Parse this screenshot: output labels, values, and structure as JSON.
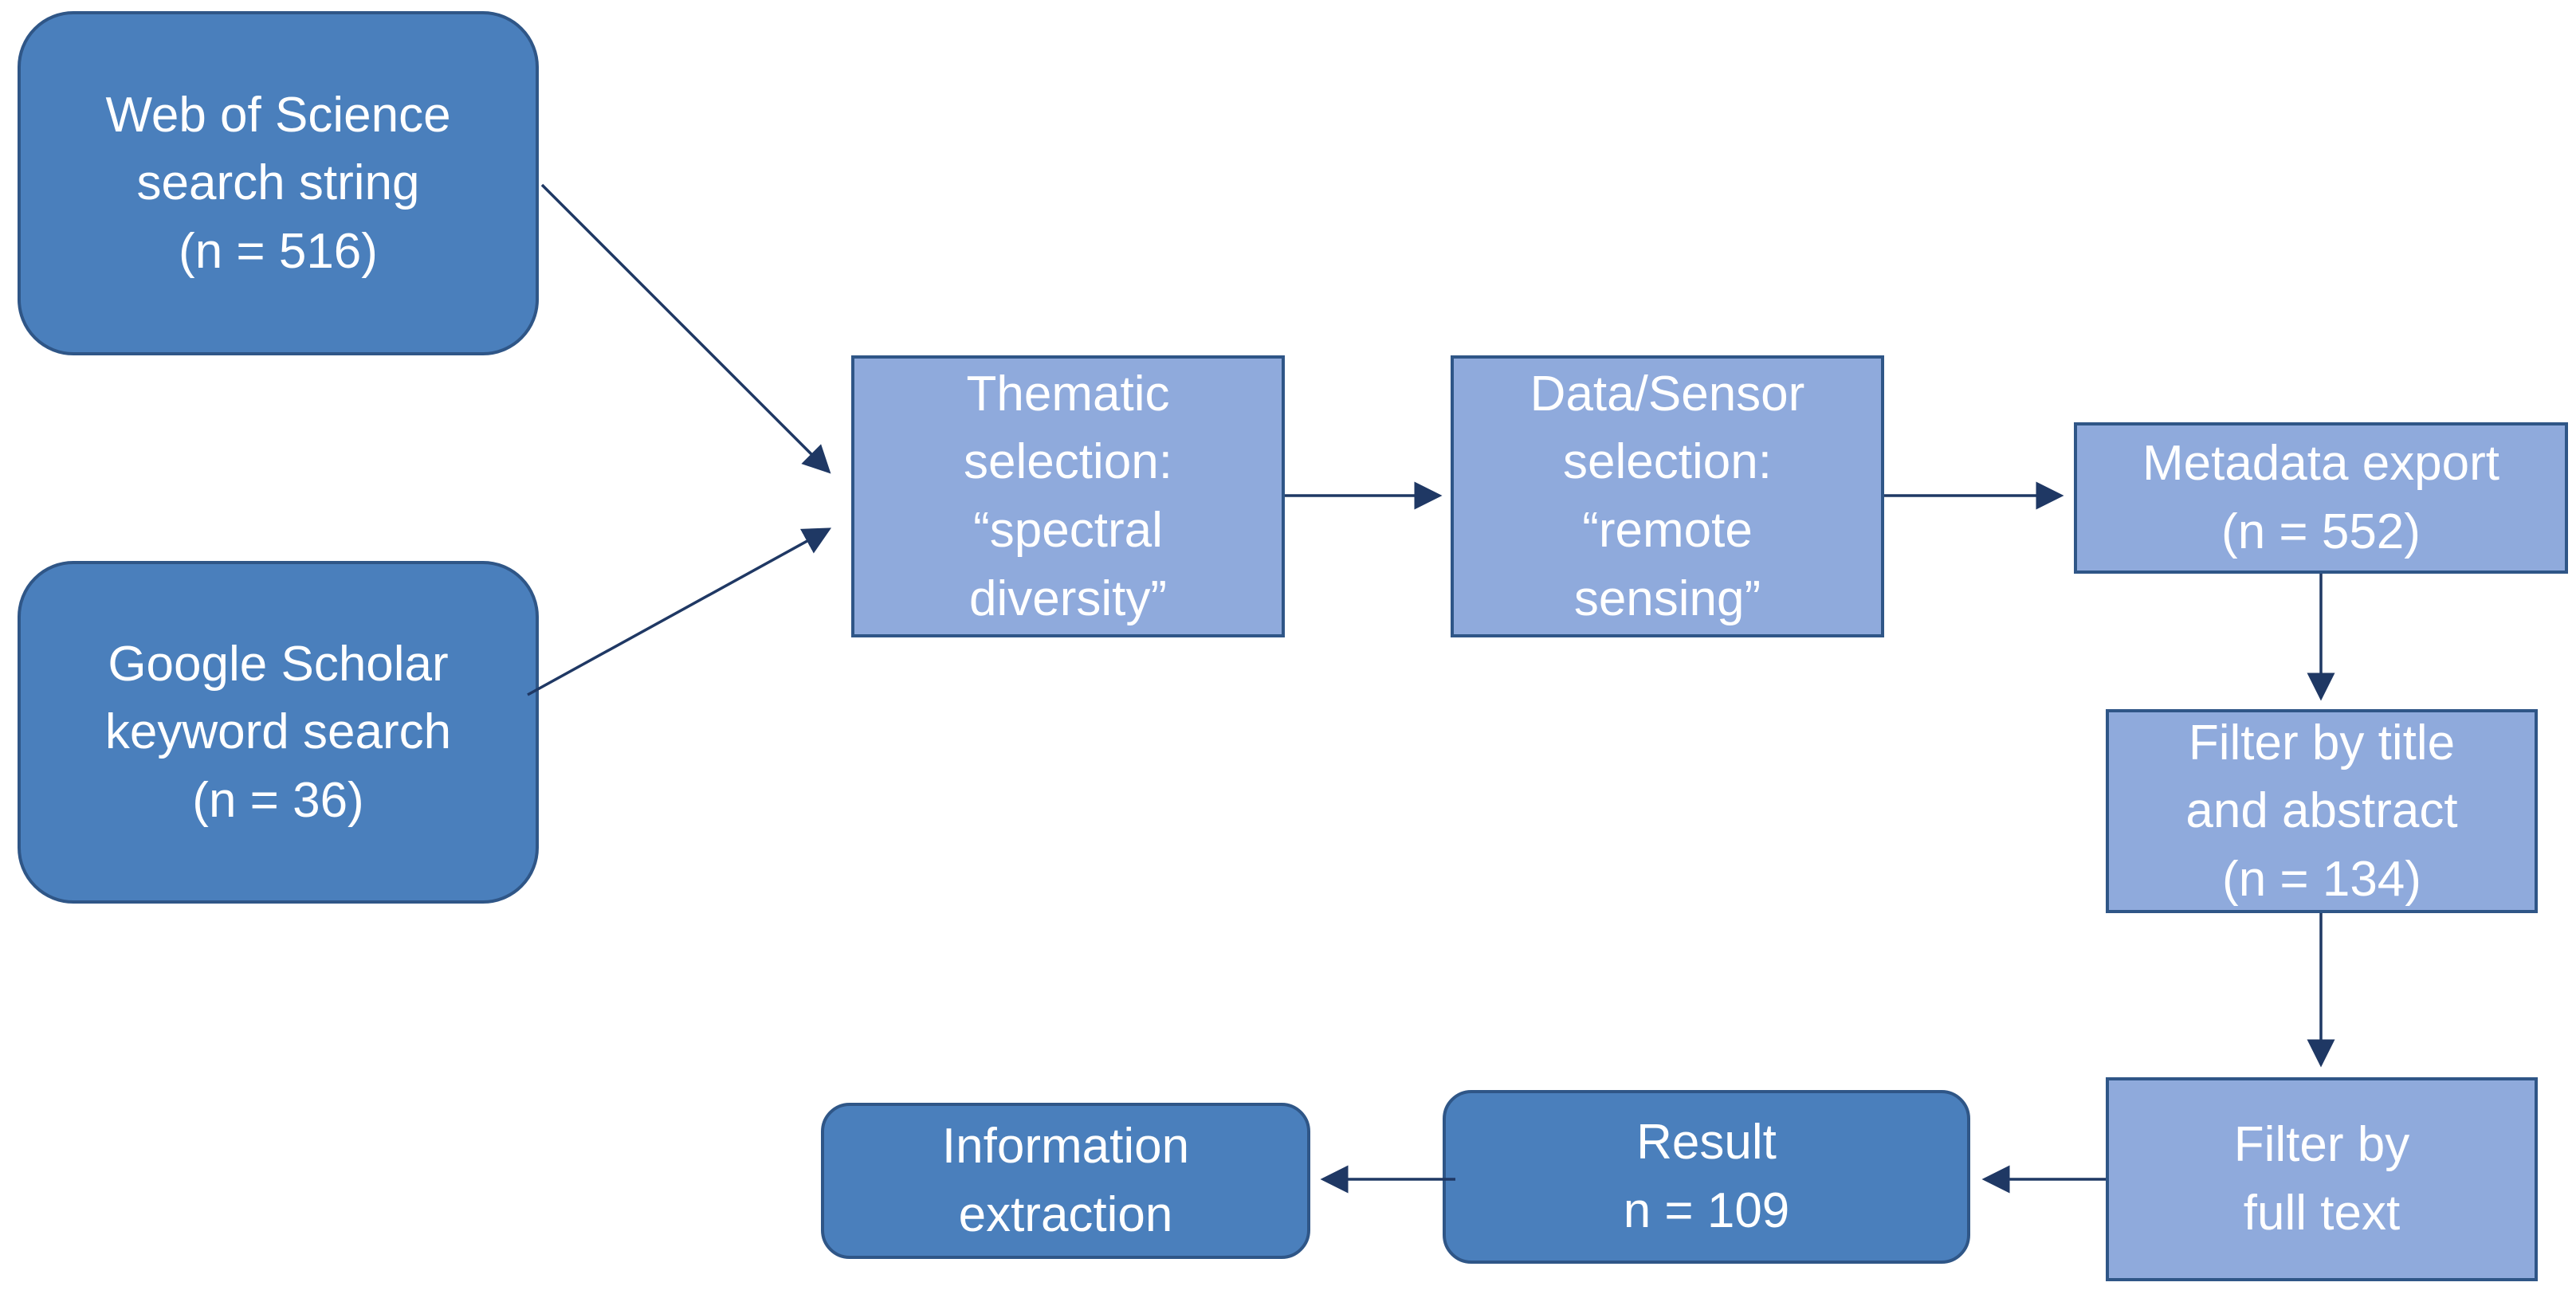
{
  "nodes": {
    "wos": {
      "lines": [
        "Web of Science",
        "search string",
        "(n = 516)"
      ]
    },
    "gs": {
      "lines": [
        "Google Scholar",
        "keyword search",
        "(n = 36)"
      ]
    },
    "thematic": {
      "lines": [
        "Thematic",
        "selection:",
        "“spectral",
        "diversity”"
      ]
    },
    "sensor": {
      "lines": [
        "Data/Sensor",
        "selection:",
        "“remote",
        "sensing”"
      ]
    },
    "metadata": {
      "lines": [
        "Metadata export",
        "(n = 552)"
      ]
    },
    "filter_title": {
      "lines": [
        "Filter by title",
        "and abstract",
        "(n = 134)"
      ]
    },
    "filter_full": {
      "lines": [
        "Filter by",
        "full text"
      ]
    },
    "result": {
      "lines": [
        "Result",
        "n = 109"
      ]
    },
    "info": {
      "lines": [
        "Information",
        "extraction"
      ]
    }
  },
  "colors": {
    "source_box": "#4a7fbc",
    "step_box": "#8faadc",
    "border": "#2f5687",
    "arrow": "#1f3864",
    "text": "#ffffff"
  }
}
